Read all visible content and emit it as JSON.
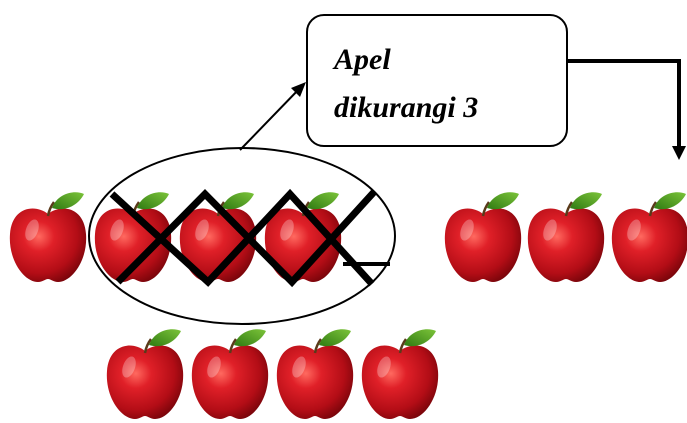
{
  "label": {
    "line1": "Apel",
    "line2": "dikurangi 3"
  },
  "apples": {
    "top_row_count": 4,
    "crossed_out_count": 3,
    "result_row_count": 3,
    "bottom_row_count": 4
  },
  "colors": {
    "apple": "#c8141c",
    "leaf": "#3f9a1e",
    "stroke": "#000000"
  }
}
